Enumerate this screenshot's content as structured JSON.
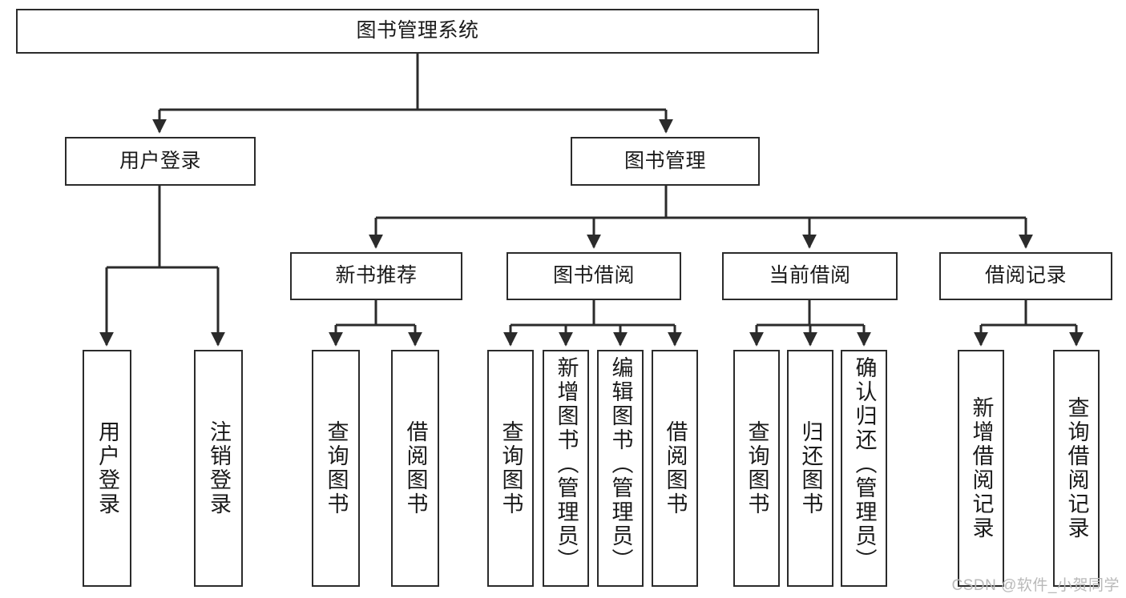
{
  "diagram": {
    "title": "图书管理系统",
    "type": "tree",
    "root": {
      "label": "图书管理系统"
    },
    "level2": [
      {
        "id": "user-login",
        "label": "用户登录"
      },
      {
        "id": "book-manage",
        "label": "图书管理"
      }
    ],
    "level3": [
      {
        "id": "new-book-recommend",
        "label": "新书推荐",
        "parent": "book-manage"
      },
      {
        "id": "book-borrow",
        "label": "图书借阅",
        "parent": "book-manage"
      },
      {
        "id": "current-borrow",
        "label": "当前借阅",
        "parent": "book-manage"
      },
      {
        "id": "borrow-record",
        "label": "借阅记录",
        "parent": "book-manage"
      }
    ],
    "leaves": [
      {
        "id": "leaf-user-login",
        "label": "用户登录",
        "parent": "user-login"
      },
      {
        "id": "leaf-logout-login",
        "label": "注销登录",
        "parent": "user-login"
      },
      {
        "id": "leaf-query-book-1",
        "label": "查询图书",
        "parent": "new-book-recommend"
      },
      {
        "id": "leaf-borrow-book-1",
        "label": "借阅图书",
        "parent": "new-book-recommend"
      },
      {
        "id": "leaf-query-book-2",
        "label": "查询图书",
        "parent": "book-borrow"
      },
      {
        "id": "leaf-add-book",
        "label": "新增图书（管理员）",
        "parent": "book-borrow"
      },
      {
        "id": "leaf-edit-book",
        "label": "编辑图书（管理员）",
        "parent": "book-borrow"
      },
      {
        "id": "leaf-borrow-book-2",
        "label": "借阅图书",
        "parent": "book-borrow"
      },
      {
        "id": "leaf-query-book-3",
        "label": "查询图书",
        "parent": "current-borrow"
      },
      {
        "id": "leaf-return-book",
        "label": "归还图书",
        "parent": "current-borrow"
      },
      {
        "id": "leaf-confirm-return",
        "label": "确认归还（管理员）",
        "parent": "current-borrow"
      },
      {
        "id": "leaf-add-record",
        "label": "新增借阅记录",
        "parent": "borrow-record"
      },
      {
        "id": "leaf-query-record",
        "label": "查询借阅记录",
        "parent": "borrow-record"
      }
    ]
  },
  "watermark": {
    "text": "CSDN @软件_小贺同学"
  },
  "colors": {
    "stroke": "#2b2b2b",
    "box_fill": "#ffffff",
    "text": "#1a1a1a",
    "watermark": "#b9b9b9",
    "background": "#ffffff"
  }
}
